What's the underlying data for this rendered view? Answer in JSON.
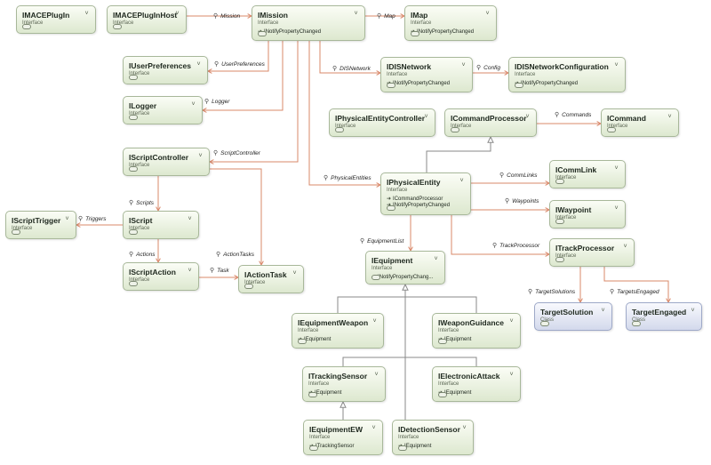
{
  "nodes": [
    {
      "id": "IMACEPlugIn",
      "title": "IMACEPlugIn",
      "stereotype": "Interface",
      "implements": []
    },
    {
      "id": "IMACEPlugInHost",
      "title": "IMACEPlugInHost",
      "stereotype": "Interface",
      "implements": []
    },
    {
      "id": "IMission",
      "title": "IMission",
      "stereotype": "Interface",
      "implements": [
        "INotifyPropertyChanged"
      ]
    },
    {
      "id": "IMap",
      "title": "IMap",
      "stereotype": "Interface",
      "implements": [
        "INotifyPropertyChanged"
      ]
    },
    {
      "id": "IUserPreferences",
      "title": "IUserPreferences",
      "stereotype": "Interface",
      "implements": []
    },
    {
      "id": "IDISNetwork",
      "title": "IDISNetwork",
      "stereotype": "Interface",
      "implements": [
        "INotifyPropertyChanged"
      ]
    },
    {
      "id": "IDISNetworkConfiguration",
      "title": "IDISNetworkConfiguration",
      "stereotype": "Interface",
      "implements": [
        "INotifyPropertyChanged"
      ]
    },
    {
      "id": "ILogger",
      "title": "ILogger",
      "stereotype": "Interface",
      "implements": []
    },
    {
      "id": "IPhysicalEntityController",
      "title": "IPhysicalEntityController",
      "stereotype": "Interface",
      "implements": []
    },
    {
      "id": "ICommandProcessor",
      "title": "ICommandProcessor",
      "stereotype": "Interface",
      "implements": []
    },
    {
      "id": "ICommand",
      "title": "ICommand",
      "stereotype": "Interface",
      "implements": []
    },
    {
      "id": "IScriptController",
      "title": "IScriptController",
      "stereotype": "Interface",
      "implements": []
    },
    {
      "id": "ICommLink",
      "title": "ICommLink",
      "stereotype": "Interface",
      "implements": []
    },
    {
      "id": "IPhysicalEntity",
      "title": "IPhysicalEntity",
      "stereotype": "Interface",
      "implements": [
        "ICommandProcessor",
        "INotifyPropertyChanged"
      ]
    },
    {
      "id": "IScriptTrigger",
      "title": "IScriptTrigger",
      "stereotype": "Interface",
      "implements": []
    },
    {
      "id": "IScript",
      "title": "IScript",
      "stereotype": "Interface",
      "implements": []
    },
    {
      "id": "IWaypoint",
      "title": "IWaypoint",
      "stereotype": "Interface",
      "implements": []
    },
    {
      "id": "ITrackProcessor",
      "title": "ITrackProcessor",
      "stereotype": "Interface",
      "implements": []
    },
    {
      "id": "IScriptAction",
      "title": "IScriptAction",
      "stereotype": "Interface",
      "implements": []
    },
    {
      "id": "IActionTask",
      "title": "IActionTask",
      "stereotype": "Interface",
      "implements": []
    },
    {
      "id": "IEquipment",
      "title": "IEquipment",
      "stereotype": "Interface",
      "implements": [
        "INotifyPropertyChang..."
      ]
    },
    {
      "id": "TargetSolution",
      "title": "TargetSolution",
      "stereotype": "Class",
      "implements": []
    },
    {
      "id": "TargetEngaged",
      "title": "TargetEngaged",
      "stereotype": "Class",
      "implements": []
    },
    {
      "id": "IEquipmentWeapon",
      "title": "IEquipmentWeapon",
      "stereotype": "Interface",
      "implements": [
        "IEquipment"
      ]
    },
    {
      "id": "IWeaponGuidance",
      "title": "IWeaponGuidance",
      "stereotype": "Interface",
      "implements": [
        "IEquipment"
      ]
    },
    {
      "id": "ITrackingSensor",
      "title": "ITrackingSensor",
      "stereotype": "Interface",
      "implements": [
        "IEquipment"
      ]
    },
    {
      "id": "IElectronicAttack",
      "title": "IElectronicAttack",
      "stereotype": "Interface",
      "implements": [
        "IEquipment"
      ]
    },
    {
      "id": "IEquipmentEW",
      "title": "IEquipmentEW",
      "stereotype": "Interface",
      "implements": [
        "ITrackingSensor"
      ]
    },
    {
      "id": "IDetectionSensor",
      "title": "IDetectionSensor",
      "stereotype": "Interface",
      "implements": [
        "IEquipment"
      ]
    }
  ],
  "associations": [
    {
      "from": "IMACEPlugInHost",
      "to": "IMission",
      "label": "Mission"
    },
    {
      "from": "IMission",
      "to": "IMap",
      "label": "Map"
    },
    {
      "from": "IMission",
      "to": "IUserPreferences",
      "label": "UserPreferences"
    },
    {
      "from": "IMission",
      "to": "IDISNetwork",
      "label": "DISNetwork"
    },
    {
      "from": "IDISNetwork",
      "to": "IDISNetworkConfiguration",
      "label": "Config"
    },
    {
      "from": "IMission",
      "to": "ILogger",
      "label": "Logger"
    },
    {
      "from": "ICommandProcessor",
      "to": "ICommand",
      "label": "Commands"
    },
    {
      "from": "IMission",
      "to": "IScriptController",
      "label": "ScriptController"
    },
    {
      "from": "IMission",
      "to": "IPhysicalEntity",
      "label": "PhysicalEntities"
    },
    {
      "from": "IPhysicalEntity",
      "to": "ICommLink",
      "label": "CommLinks"
    },
    {
      "from": "IScriptController",
      "to": "IScript",
      "label": "Scripts"
    },
    {
      "from": "IScript",
      "to": "IScriptTrigger",
      "label": "Triggers"
    },
    {
      "from": "IPhysicalEntity",
      "to": "IWaypoint",
      "label": "Waypoints"
    },
    {
      "from": "IPhysicalEntity",
      "to": "IEquipment",
      "label": "EquipmentList"
    },
    {
      "from": "IPhysicalEntity",
      "to": "ITrackProcessor",
      "label": "TrackProcessor"
    },
    {
      "from": "IScript",
      "to": "IScriptAction",
      "label": "Actions"
    },
    {
      "from": "IScriptController",
      "to": "IActionTask",
      "label": "ActionTasks"
    },
    {
      "from": "IScriptAction",
      "to": "IActionTask",
      "label": "Task"
    },
    {
      "from": "ITrackProcessor",
      "to": "TargetSolution",
      "label": "TargetSolutions"
    },
    {
      "from": "ITrackProcessor",
      "to": "TargetEngaged",
      "label": "TargetsEngaged"
    }
  ],
  "inheritance": [
    {
      "child": "IPhysicalEntity",
      "parent": "ICommandProcessor"
    },
    {
      "child": "IEquipmentWeapon",
      "parent": "IEquipment"
    },
    {
      "child": "IWeaponGuidance",
      "parent": "IEquipment"
    },
    {
      "child": "ITrackingSensor",
      "parent": "IEquipment"
    },
    {
      "child": "IElectronicAttack",
      "parent": "IEquipment"
    },
    {
      "child": "IDetectionSensor",
      "parent": "IEquipment"
    },
    {
      "child": "IEquipmentEW",
      "parent": "ITrackingSensor"
    }
  ],
  "icons": {
    "expander": "double-chevron-icon",
    "property": "wrench-icon",
    "implements": "lollipop-arrow-icon",
    "toggle": "collapse-pill-icon"
  },
  "colors": {
    "association": "#d9886a",
    "inheritance": "#8a8a8a",
    "interface_fill": "#dde8cf",
    "class_fill": "#d3d9ec"
  }
}
